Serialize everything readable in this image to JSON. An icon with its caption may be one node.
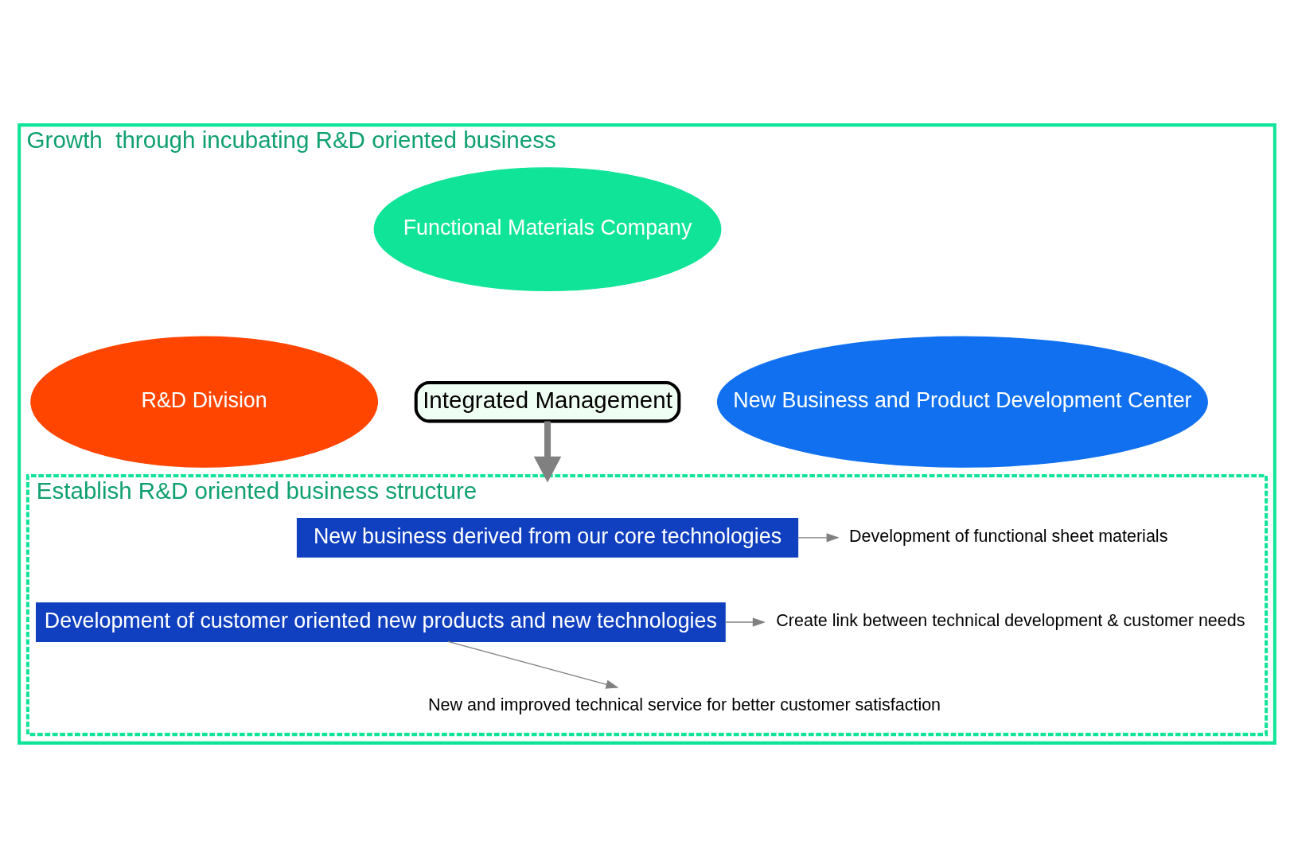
{
  "diagram": {
    "nodes": [
      {
        "text": [
          "Growth  through incubating R&D oriented business"
        ]
      },
      {
        "text": [
          "Functional Materials Company"
        ],
        "in": 0
      },
      {
        "text": [
          "Integrated Management"
        ],
        "in": 0
      },
      {
        "text": [
          "R&D Division"
        ],
        "in": 0
      },
      {
        "text": [
          "New Business and Product Development Center"
        ],
        "in": 0
      },
      {
        "text": [
          "Establish R&D oriented business structure"
        ],
        "in": 0
      },
      {
        "text": [
          "New business derived from our core technologies"
        ],
        "in": 5
      },
      {
        "text": [
          "Development of customer oriented new products and new technologies"
        ],
        "in": 5
      },
      {
        "text": [
          "Development of functional sheet materials"
        ],
        "in": 5
      },
      {
        "text": [
          "Create link between technical development & customer needs"
        ],
        "in": 5
      },
      {
        "text": [
          "New and improved technical service for better customer satisfaction"
        ],
        "in": 5
      }
    ],
    "edges": [
      {
        "from": 2,
        "to": 5,
        "arrow": "to",
        "style": "thick",
        "color": "#808080"
      },
      {
        "from": 6,
        "to": 8,
        "arrow": "to",
        "color": "#808080"
      },
      {
        "from": 7,
        "to": 9,
        "arrow": "to",
        "color": "#808080"
      },
      {
        "from": 7,
        "to": 10,
        "arrow": "to",
        "color": "#808080"
      }
    ]
  }
}
